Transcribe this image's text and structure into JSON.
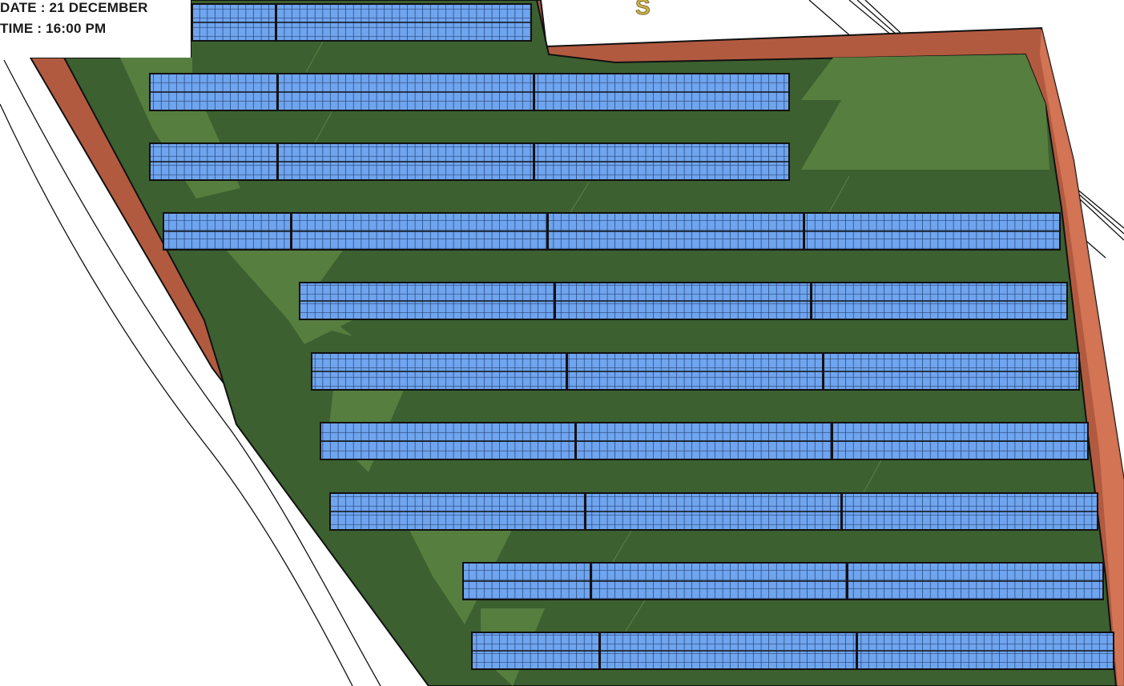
{
  "info": {
    "date_label": "DATE : 21 DECEMBER",
    "time_label": "TIME : 16:00 PM"
  },
  "north_mark": "S",
  "colors": {
    "background": "#ffffff",
    "boundary_band": "#b25a40",
    "boundary_band_light": "#de7d5c",
    "field_shadow": "#3c6030",
    "field_lit": "#567e3f",
    "panel_fill": "#6fa4ef",
    "panel_grid": "#1f3a66",
    "panel_outline": "#111111",
    "text": "#1a1a1a",
    "road_line": "#111111",
    "north_mark": "#c9b04a"
  },
  "panel_rows": [
    {
      "row": 1,
      "blocks": 2
    },
    {
      "row": 2,
      "blocks": 3
    },
    {
      "row": 3,
      "blocks": 3
    },
    {
      "row": 4,
      "blocks": 4
    },
    {
      "row": 5,
      "blocks": 3
    },
    {
      "row": 6,
      "blocks": 3
    },
    {
      "row": 7,
      "blocks": 3
    },
    {
      "row": 8,
      "blocks": 3
    },
    {
      "row": 9,
      "blocks": 3
    },
    {
      "row": 10,
      "blocks": 3
    }
  ]
}
